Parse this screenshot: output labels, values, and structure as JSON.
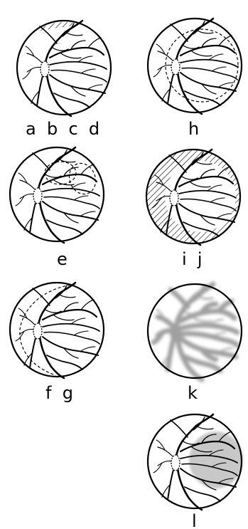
{
  "labels": {
    "p1": "a  b  c  d",
    "p2": "h",
    "p3": "e",
    "p4": "i  j",
    "p5": "f  g",
    "p6": "k",
    "p7": "l"
  },
  "colors": {
    "ink": "#000000",
    "background": "#ffffff",
    "blurred_vessels": "#8f8f8f",
    "shaded_region": "#c8c8c8"
  }
}
